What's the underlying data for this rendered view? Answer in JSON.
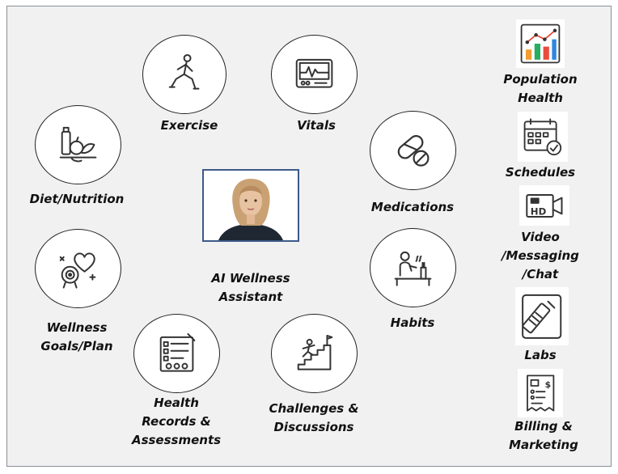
{
  "center": {
    "label_line1": "AI Wellness",
    "label_line2": "Assistant"
  },
  "features": {
    "exercise": {
      "label": "Exercise",
      "icon": "runner-icon"
    },
    "vitals": {
      "label": "Vitals",
      "icon": "monitor-icon"
    },
    "diet": {
      "label": "Diet/Nutrition",
      "icon": "groceries-icon"
    },
    "medications": {
      "label": "Medications",
      "icon": "pill-icon"
    },
    "habits": {
      "label": "Habits",
      "icon": "person-drinking-icon"
    },
    "goals": {
      "line1": "Wellness",
      "line2": "Goals/Plan",
      "icon": "heart-target-icon"
    },
    "records": {
      "line1": "Health",
      "line2": "Records &",
      "line3": "Assessments",
      "icon": "clipboard-icon"
    },
    "challenges": {
      "line1": "Challenges &",
      "line2": "Discussions",
      "icon": "stairs-flag-icon"
    }
  },
  "sidebar": {
    "population": {
      "line1": "Population",
      "line2": "Health",
      "icon": "bar-chart-icon"
    },
    "schedules": {
      "label": "Schedules",
      "icon": "calendar-check-icon"
    },
    "video": {
      "line1": "Video",
      "line2": "/Messaging",
      "line3": "/Chat",
      "icon": "hd-camera-icon"
    },
    "labs": {
      "label": "Labs",
      "icon": "test-tube-icon"
    },
    "billing": {
      "line1": "Billing &",
      "line2": "Marketing",
      "icon": "invoice-icon"
    }
  },
  "colors": {
    "frame_bg": "#f1f1f1",
    "frame_border": "#8a8f98",
    "avatar_border": "#3d5a8a",
    "icon_stroke": "#333333",
    "chart_orange": "#f39c32",
    "chart_red": "#e74c3c",
    "chart_green": "#27ae60",
    "chart_blue": "#2e86de"
  }
}
